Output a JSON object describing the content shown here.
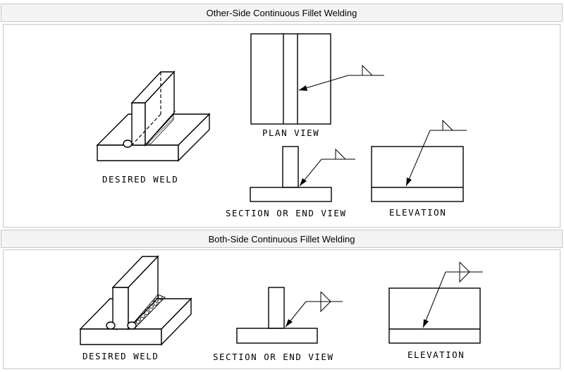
{
  "sections": [
    {
      "title": "Other-Side Continuous Fillet Welding",
      "labels": {
        "desired_weld": "DESIRED WELD",
        "plan_view": "PLAN VIEW",
        "section_view": "SECTION OR END VIEW",
        "elevation": "ELEVATION"
      }
    },
    {
      "title": "Both-Side Continuous Fillet Welding",
      "labels": {
        "desired_weld": "DESIRED WELD",
        "section_view": "SECTION OR END VIEW",
        "elevation": "ELEVATION"
      }
    }
  ]
}
